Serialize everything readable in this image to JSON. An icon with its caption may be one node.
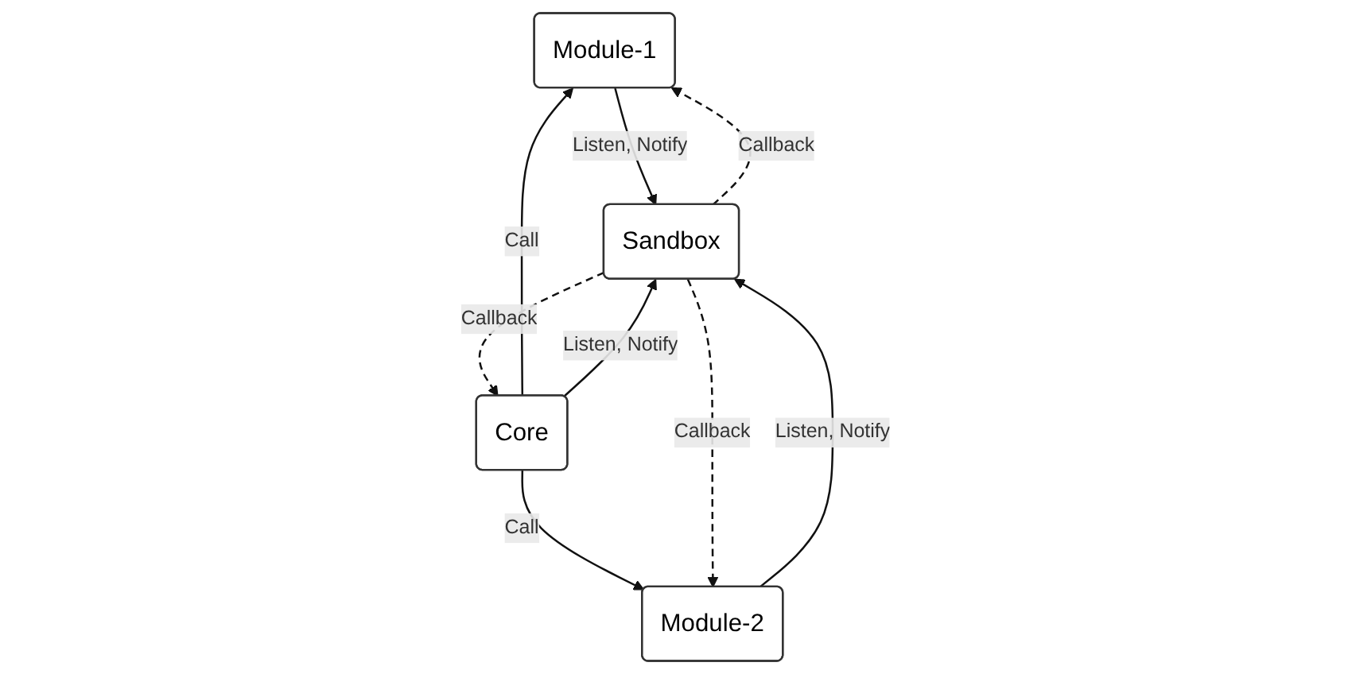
{
  "diagram": {
    "nodes": [
      {
        "text": [
          "Module-1"
        ]
      },
      {
        "text": [
          "Core"
        ]
      },
      {
        "text": [
          "Module-2"
        ]
      },
      {
        "text": [
          "Sandbox"
        ]
      }
    ],
    "edges": [
      {
        "from": 1,
        "to": 0,
        "arrow": "to",
        "label": "Call"
      },
      {
        "from": 1,
        "to": 2,
        "arrow": "to",
        "label": "Call"
      },
      {
        "from": 0,
        "to": 3,
        "arrow": "to",
        "label": "Listen, Notify"
      },
      {
        "from": 1,
        "to": 3,
        "arrow": "to",
        "label": "Listen, Notify"
      },
      {
        "from": 3,
        "to": 1,
        "arrow": "to",
        "label": "Callback",
        "style": "dashed"
      },
      {
        "from": 2,
        "to": 3,
        "arrow": "to",
        "label": "Listen, Notify"
      },
      {
        "from": 3,
        "to": 0,
        "arrow": "to",
        "label": "Callback",
        "style": "dashed"
      },
      {
        "from": 3,
        "to": 2,
        "arrow": "to",
        "label": "Callback",
        "style": "dashed"
      }
    ]
  }
}
